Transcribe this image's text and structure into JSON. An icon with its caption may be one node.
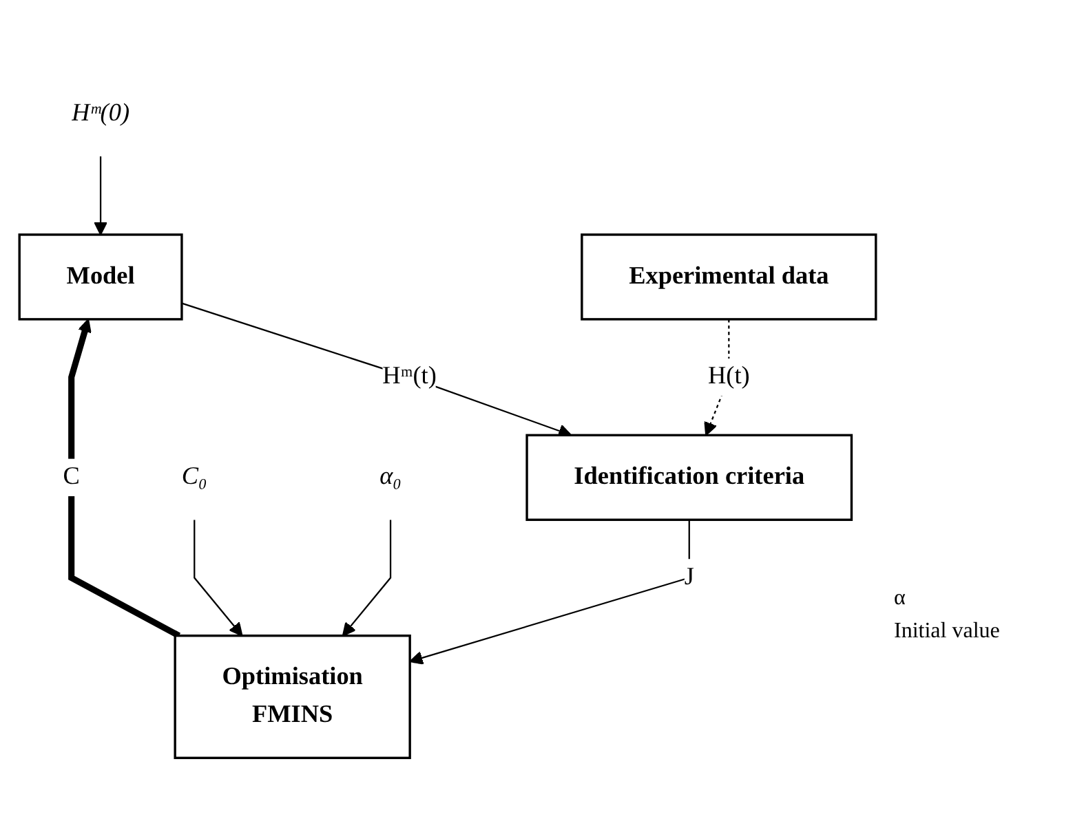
{
  "diagram": {
    "nodes": [
      {
        "text": [
          "Hᵐ(0)"
        ]
      },
      {
        "text": [
          "Model"
        ]
      },
      {
        "text": [
          "Experimental data"
        ]
      },
      {
        "text": [
          "Identification criteria"
        ]
      },
      {
        "text": [
          "Optimisation",
          "FMINS"
        ]
      },
      {
        "text": [
          "C₀"
        ]
      },
      {
        "text": [
          "α₀"
        ]
      }
    ],
    "edges": [
      {
        "from": 0,
        "to": 1,
        "arrow": "to"
      },
      {
        "from": 1,
        "to": 3,
        "arrow": "to",
        "label": "Hᵐ(t)"
      },
      {
        "from": 2,
        "to": 3,
        "arrow": "to",
        "label": "H(t)",
        "style": "dashed"
      },
      {
        "from": 3,
        "to": 4,
        "arrow": "to",
        "label": "J"
      },
      {
        "from": 4,
        "to": 1,
        "arrow": "to",
        "label": "C",
        "style": "thick"
      },
      {
        "from": 5,
        "to": 4,
        "arrow": "to"
      },
      {
        "from": 6,
        "to": 4,
        "arrow": "to"
      }
    ],
    "labels": [
      "α",
      "Initial value"
    ]
  }
}
